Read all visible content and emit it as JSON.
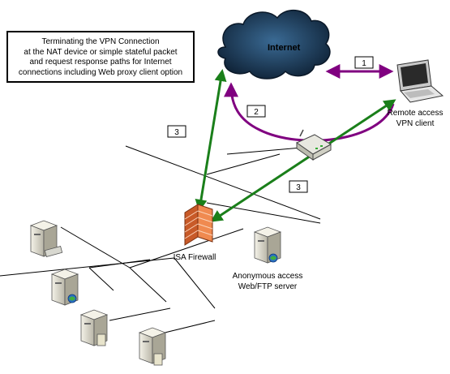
{
  "description": {
    "lines": [
      "Terminating the VPN Connection",
      "at the NAT device or simple stateful packet",
      "and request response paths for Internet",
      "connections including Web proxy client option"
    ]
  },
  "labels": {
    "internet": "Internet",
    "remote_client_line1": "Remote access",
    "remote_client_line2": "VPN client",
    "isa_firewall": "ISA Firewall",
    "web_server_line1": "Anonymous access",
    "web_server_line2": "Web/FTP server"
  },
  "path_markers": {
    "path1": "1",
    "path2": "2",
    "path3_left": "3",
    "path3_right": "3"
  },
  "colors": {
    "purple_path": "#800080",
    "green_path": "#1a7f1a",
    "cloud": "#1c3550",
    "internet_text": "#e6e600",
    "firewall": "#e0703a"
  }
}
